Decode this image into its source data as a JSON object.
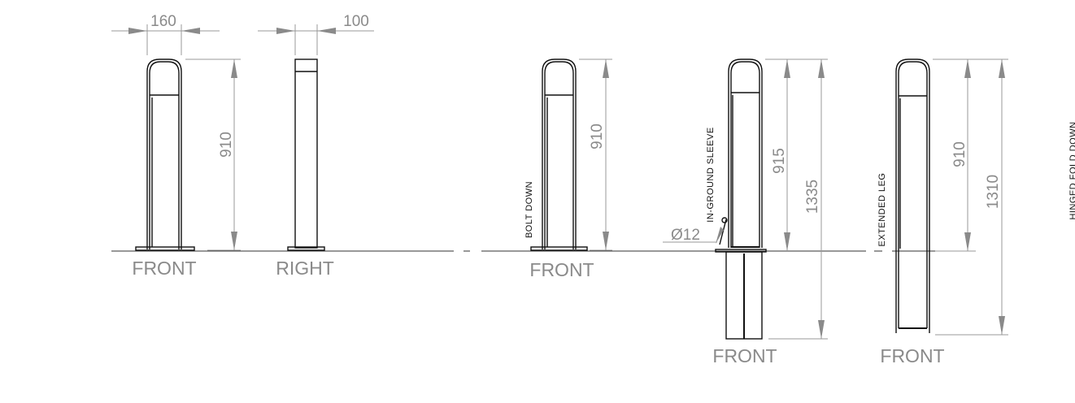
{
  "views": {
    "front_1": {
      "label": "FRONT",
      "width_dim": "160",
      "height_dim": "910"
    },
    "right": {
      "label": "RIGHT",
      "width_dim": "100"
    },
    "bolt_down": {
      "label": "FRONT",
      "note": "BOLT DOWN",
      "height_dim": "910"
    },
    "in_ground_sleeve": {
      "label": "FRONT",
      "note": "IN-GROUND SLEEVE",
      "height_dim": "915",
      "total_dim": "1335",
      "pin_dim": "Ø12"
    },
    "extended_leg": {
      "label": "FRONT",
      "note": "EXTENDED LEG",
      "height_dim": "910",
      "total_dim": "1310"
    },
    "hinged": {
      "note": "HINGED FOLD DOWN"
    }
  }
}
